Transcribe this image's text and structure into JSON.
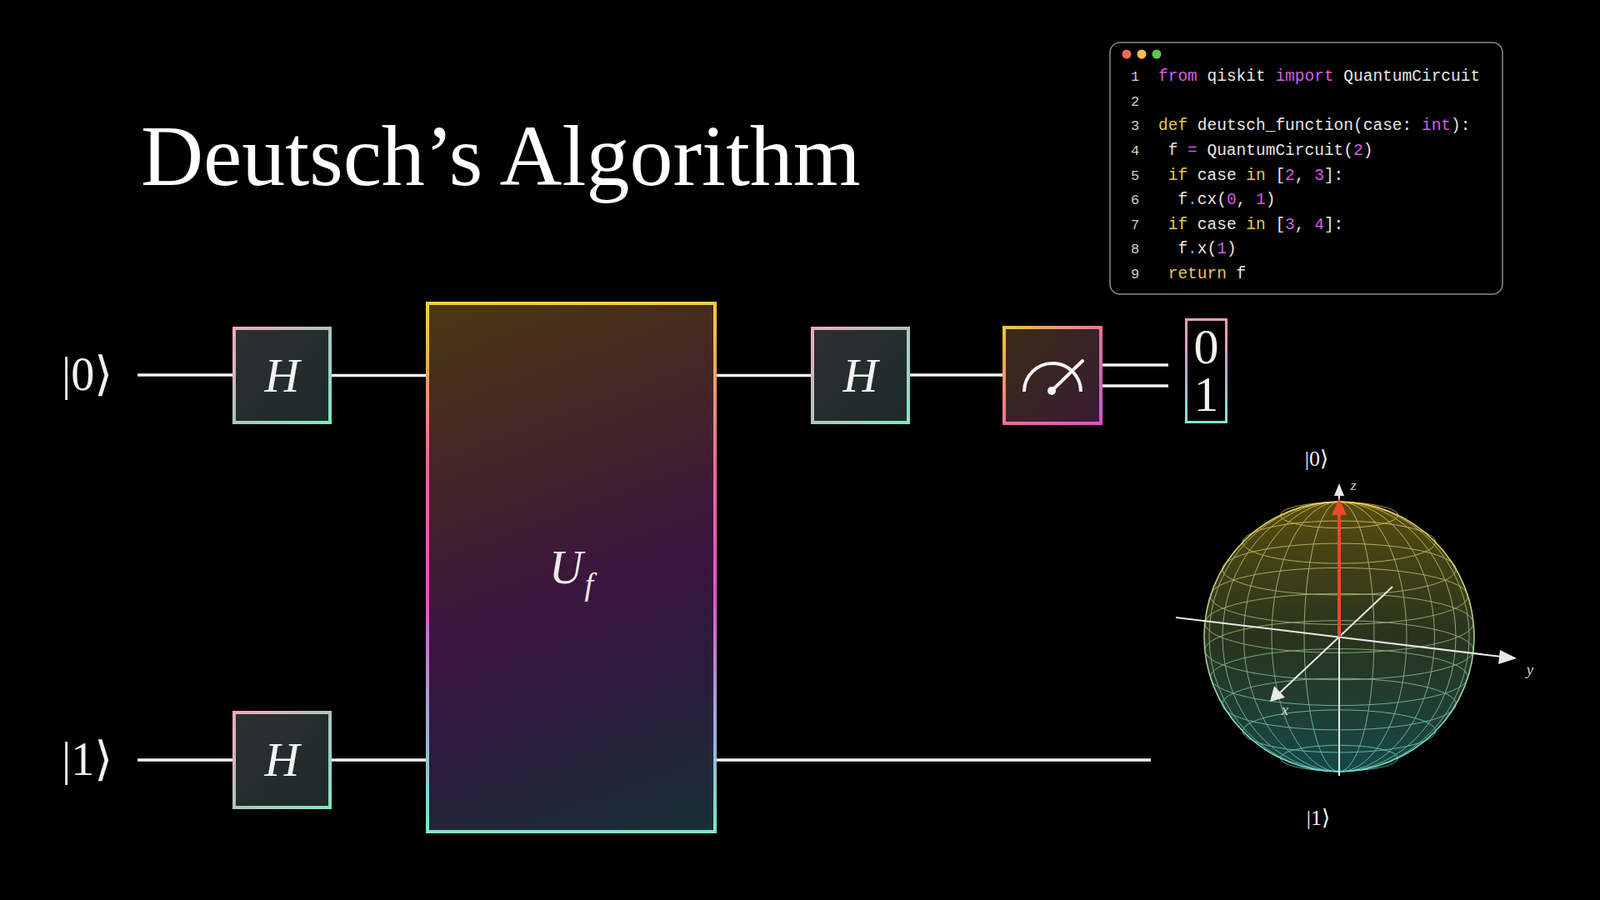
{
  "diagram": {
    "title": "Deutsch’s Algorithm",
    "nodes": [
      {
        "text": [
          "H"
        ]
      },
      {
        "text": [
          "H"
        ]
      },
      {
        "text": [
          "U",
          "f"
        ]
      },
      {
        "text": [
          "H"
        ]
      },
      {
        "text": [
          "0",
          "1"
        ]
      }
    ],
    "edges": [
      {
        "from": 0,
        "to": 2,
        "arrow": "none"
      },
      {
        "from": 1,
        "to": 2,
        "arrow": "none"
      },
      {
        "from": 2,
        "to": 3,
        "arrow": "none"
      }
    ],
    "labels": [
      "1",
      "from",
      "qiskit",
      "import",
      "QuantumCircuit",
      "2",
      "3",
      "def",
      "deutsch_function(case:",
      "int",
      "):",
      "4",
      "f",
      "=",
      "QuantumCircuit(",
      "2",
      ")",
      "5",
      "if",
      "case",
      "in",
      "[",
      "2",
      ",",
      "3",
      "]:",
      "6",
      "f",
      ".",
      "cx(",
      "0",
      ",",
      "1",
      ")",
      "7",
      "if",
      "case",
      "in",
      "[",
      "3",
      ",",
      "4",
      "]:",
      "8",
      "f",
      ".",
      "x(",
      "1",
      ")",
      "9",
      "return",
      "f",
      "|0⟩",
      "|1⟩",
      "|0⟩",
      "z",
      "y",
      "x",
      "|1⟩"
    ]
  }
}
